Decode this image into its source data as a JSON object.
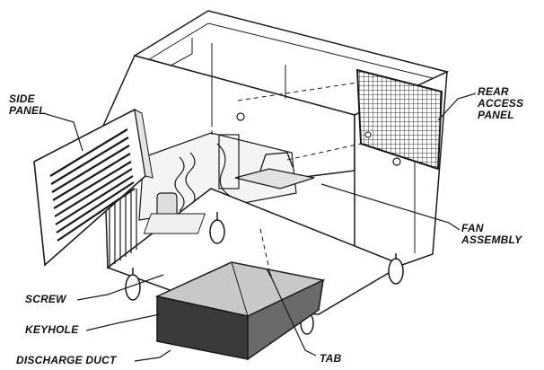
{
  "labels": {
    "side_panel": [
      "SIDE",
      "PANEL"
    ],
    "rear_access_panel": [
      "REAR",
      "ACCESS",
      "PANEL"
    ],
    "fan_assembly": [
      "FAN",
      "ASSEMBLY"
    ],
    "screw": "SCREW",
    "keyhole": "KEYHOLE",
    "discharge_duct": "DISCHARGE DUCT",
    "tab": "TAB"
  },
  "colors": {
    "line": "#1a1a1a",
    "duct_top": "#c8c8c8",
    "duct_front": "#3a3a3a",
    "duct_side": "#6a6a6a",
    "grille": "#333333"
  }
}
